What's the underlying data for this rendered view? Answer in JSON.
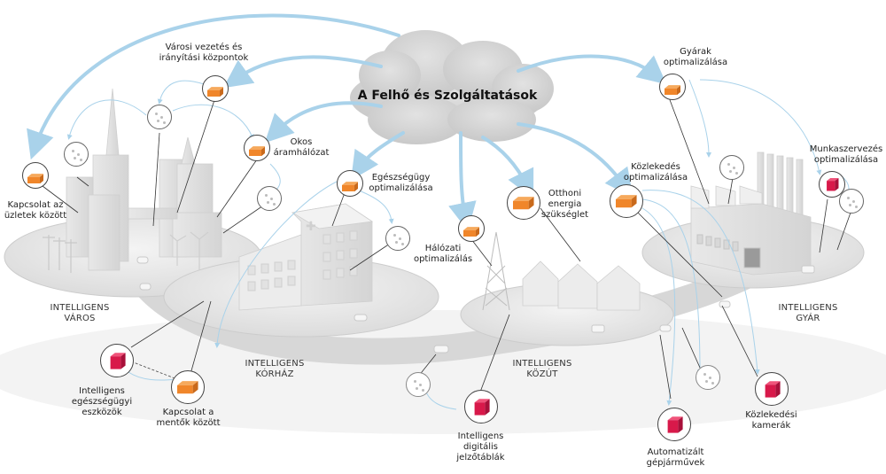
{
  "cloud": {
    "title": "A Felhő és Szolgáltatások"
  },
  "zones": {
    "city": [
      "INTELLIGENS",
      "VÁROS"
    ],
    "hospital": [
      "INTELLIGENS",
      "KÓRHÁZ"
    ],
    "road": [
      "INTELLIGENS",
      "KÖZÚT"
    ],
    "factory": [
      "INTELLIGENS",
      "GYÁR"
    ]
  },
  "labels": {
    "city_mgmt": [
      "Városi vezetés és",
      "irányítási központok"
    ],
    "smart_grid": [
      "Okos",
      "áramhálózat"
    ],
    "business": [
      "Kapcsolat az",
      "üzletek között"
    ],
    "health_opt": [
      "Egészségügy",
      "optimalizálása"
    ],
    "network_opt": [
      "Hálózati",
      "optimalizálás"
    ],
    "home_energy": [
      "Otthoni",
      "energia",
      "szükséglet"
    ],
    "traffic_opt": [
      "Közlekedés",
      "optimalizálása"
    ],
    "factory_opt": [
      "Gyárak",
      "optimalizálása"
    ],
    "workforce_opt": [
      "Munkaszervezés",
      "optimalizálása"
    ],
    "health_devices": [
      "Intelligens",
      "egészségügyi",
      "eszközök"
    ],
    "ambulance": [
      "Kapcsolat a",
      "mentők között"
    ],
    "signs": [
      "Intelligens",
      "digitális",
      "jelzőtáblák"
    ],
    "autonomous": [
      "Automatizált",
      "gépjárművek"
    ],
    "cameras": [
      "Közlekedési",
      "kamerák"
    ]
  },
  "legend_icons": {
    "service": "orange-brick-icon",
    "device": "crimson-cube-icon",
    "sensor": "sensor-dots-icon"
  },
  "colors": {
    "service": "#f0862a",
    "device": "#d8194a",
    "arrow": "#a9d2ea",
    "cloud": "#d9d9d9"
  }
}
